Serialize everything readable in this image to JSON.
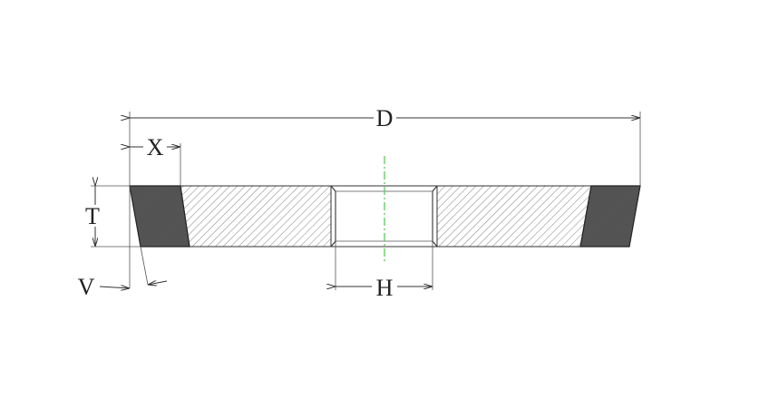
{
  "diagram": {
    "labels": {
      "D": "D",
      "X": "X",
      "T": "T",
      "V": "V",
      "H": "H"
    },
    "colors": {
      "abrasive": "#555555",
      "hatch": "#666666",
      "centerline": "#66cc66",
      "line": "#333333"
    }
  }
}
